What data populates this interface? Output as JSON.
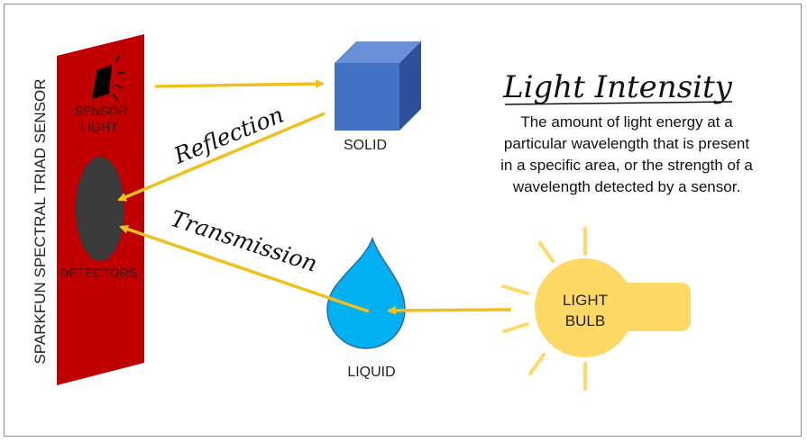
{
  "sensor": {
    "label": "SPARKFUN SPECTRAL TRIAD SENSOR",
    "light_label_line1": "SENSOR",
    "light_label_line2": "LIGHT",
    "detectors_label": "DETECTORS",
    "color": "#c00000",
    "detector_color": "#3a3a3a"
  },
  "solid": {
    "label": "SOLID",
    "color": "#4472c4"
  },
  "liquid": {
    "label": "LIQUID",
    "color": "#00b0f0"
  },
  "bulb": {
    "label_line1": "LIGHT",
    "label_line2": "BULB",
    "color": "#ffd966"
  },
  "arrows": {
    "reflection": "Reflection",
    "transmission": "Transmission",
    "color": "#f0c020"
  },
  "definition": {
    "title": "Light Intensity",
    "lines": [
      "The amount of light energy at a",
      "particular wavelength that is present",
      "in a specific area, or the strength of a",
      "wavelength detected by a sensor."
    ]
  }
}
